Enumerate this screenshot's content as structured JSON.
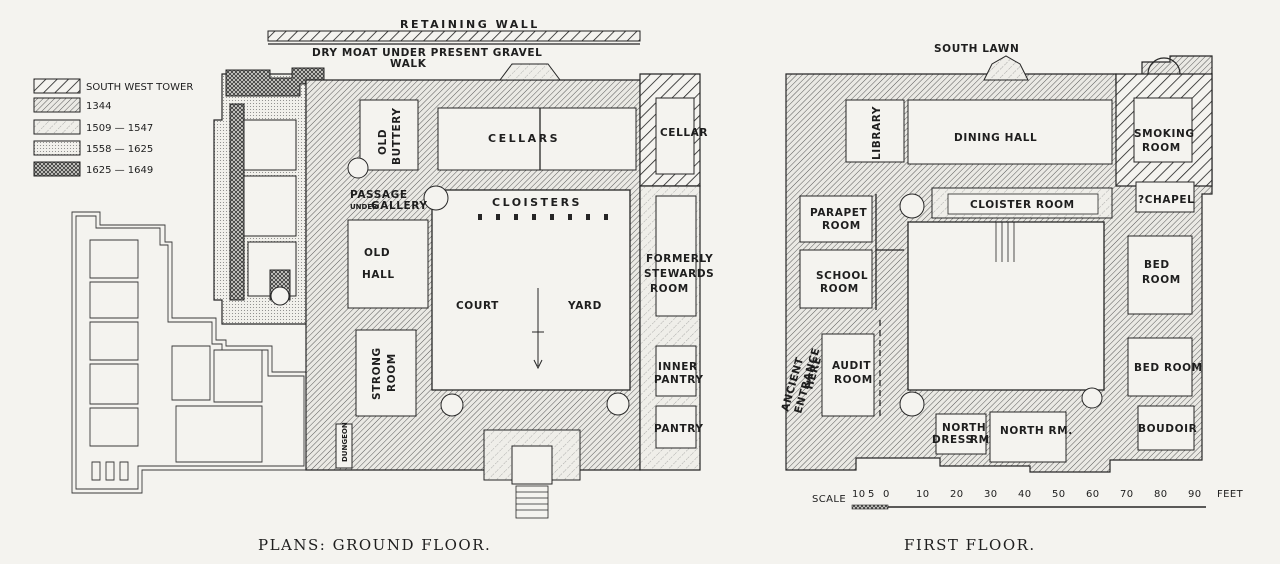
{
  "header": {
    "retaining_wall": "RETAINING WALL",
    "dry_moat_line1": "DRY MOAT UNDER PRESENT GRAVEL",
    "dry_moat_line2": "WALK",
    "south_lawn": "SOUTH LAWN"
  },
  "legend": {
    "items": [
      {
        "label": "SOUTH WEST TOWER",
        "pattern": "tower"
      },
      {
        "label": "1344",
        "pattern": "p1344"
      },
      {
        "label": "1509 — 1547",
        "pattern": "p1509"
      },
      {
        "label": "1558 — 1625",
        "pattern": "p1558"
      },
      {
        "label": "1625 — 1649",
        "pattern": "p1625"
      }
    ]
  },
  "ground_floor": {
    "caption": "PLANS: GROUND FLOOR.",
    "rooms": {
      "old_buttery_1": "OLD",
      "old_buttery_2": "BUTTERY",
      "cellars": "CELLARS",
      "cellar": "CELLAR",
      "passage_1": "PASSAGE",
      "passage_2a": "UNDER",
      "passage_2b": "GALLERY",
      "cloisters": "CLOISTERS",
      "old_hall_1": "OLD",
      "old_hall_2": "HALL",
      "formerly_1": "FORMERLY",
      "formerly_2": "STEWARDS",
      "formerly_3": "ROOM",
      "court": "COURT",
      "yard": "YARD",
      "strong_1": "STRONG",
      "strong_2": "ROOM",
      "inner_1": "INNER",
      "inner_2": "PANTRY",
      "pantry": "PANTRY",
      "dungeon": "DUNGEON"
    }
  },
  "first_floor": {
    "caption": "FIRST FLOOR.",
    "rooms": {
      "library": "LIBRARY",
      "dining_hall": "DINING HALL",
      "smoking_1": "SMOKING",
      "smoking_2": "ROOM",
      "parapet_1": "PARAPET",
      "parapet_2": "ROOM",
      "cloister_room": "CLOISTER ROOM",
      "chapel": "?CHAPEL",
      "school_1": "SCHOOL",
      "school_2": "ROOM",
      "bed1_1": "BED",
      "bed1_2": "ROOM",
      "ancient_1": "ANCIENT",
      "ancient_2": "ENTRANCE",
      "ancient_3": "HERE",
      "audit_1": "AUDIT",
      "audit_2": "ROOM",
      "bed2": "BED ROOM",
      "north_dress_1": "NORTH",
      "north_dress_2": "DRESS",
      "north_dress_3": "RM",
      "north_rm": "NORTH RM.",
      "boudoir": "BOUDOIR"
    }
  },
  "scale": {
    "label": "SCALE",
    "ticks": [
      "10",
      "5",
      "0",
      "10",
      "20",
      "30",
      "40",
      "50",
      "60",
      "70",
      "80",
      "90"
    ],
    "unit": "FEET"
  },
  "colors": {
    "paper": "#f4f3ef",
    "ink": "#262626"
  }
}
